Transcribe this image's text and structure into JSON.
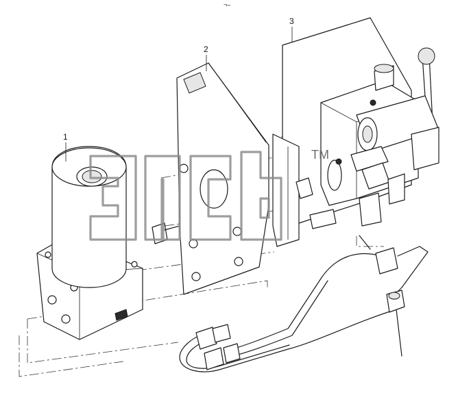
{
  "callouts": [
    {
      "id": "1",
      "label": "1"
    },
    {
      "id": "2",
      "label": "2"
    },
    {
      "id": "3",
      "label": "3"
    }
  ],
  "top_mark": "¬–",
  "watermark": {
    "text": "элсб",
    "trademark": "TM"
  }
}
